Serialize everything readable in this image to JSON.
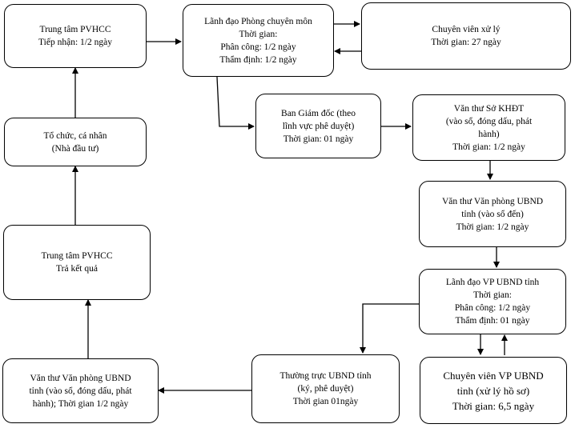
{
  "nodes": {
    "pvhcc_receive": {
      "lines": [
        "Trung tâm PVHCC",
        "Tiếp nhận: 1/2 ngày"
      ]
    },
    "lanh_dao_phong": {
      "lines": [
        "Lãnh đạo Phòng chuyên môn",
        "Thời gian:",
        "Phân công: 1/2 ngày",
        "Thẩm định: 1/2 ngày"
      ]
    },
    "chuyen_vien": {
      "lines": [
        "Chuyên viên xử lý",
        "Thời gian: 27 ngày"
      ]
    },
    "to_chuc": {
      "lines": [
        "Tổ chức, cá nhân",
        "(Nhà đầu tư)"
      ]
    },
    "ban_giam_doc": {
      "lines": [
        "Ban Giám đốc (theo",
        "lĩnh vực phê duyệt)",
        "Thời gian: 01 ngày"
      ]
    },
    "van_thu_so": {
      "lines": [
        "Văn thư  Sở KHĐT",
        "(vào sổ, đóng dấu, phát",
        "hành)",
        "Thời gian: 1/2 ngày"
      ]
    },
    "van_thu_vp_den": {
      "lines": [
        "Văn thư Văn phòng UBND",
        "tỉnh (vào sổ đến)",
        "Thời gian: 1/2 ngày"
      ]
    },
    "pvhcc_return": {
      "lines": [
        "Trung tâm PVHCC",
        "Trả kết quả"
      ]
    },
    "lanh_dao_vp": {
      "lines": [
        "Lãnh đạo VP UBND tỉnh",
        "Thời gian:",
        "Phân công: 1/2 ngày",
        "Thẩm định: 01 ngày"
      ]
    },
    "van_thu_vp_phat_hanh": {
      "lines": [
        "Văn thư Văn phòng UBND",
        "tỉnh (vào sổ, đóng dấu, phát",
        "hành); Thời gian 1/2 ngày"
      ]
    },
    "thuong_truc": {
      "lines": [
        "Thường trực UBND tỉnh",
        "(ký, phê duyệt)",
        "Thời gian 01ngày"
      ]
    },
    "chuyen_vien_vp": {
      "lines": [
        "Chuyên viên VP UBND",
        "tỉnh (xử lý hồ sơ)",
        "Thời gian: 6,5 ngày"
      ]
    }
  }
}
